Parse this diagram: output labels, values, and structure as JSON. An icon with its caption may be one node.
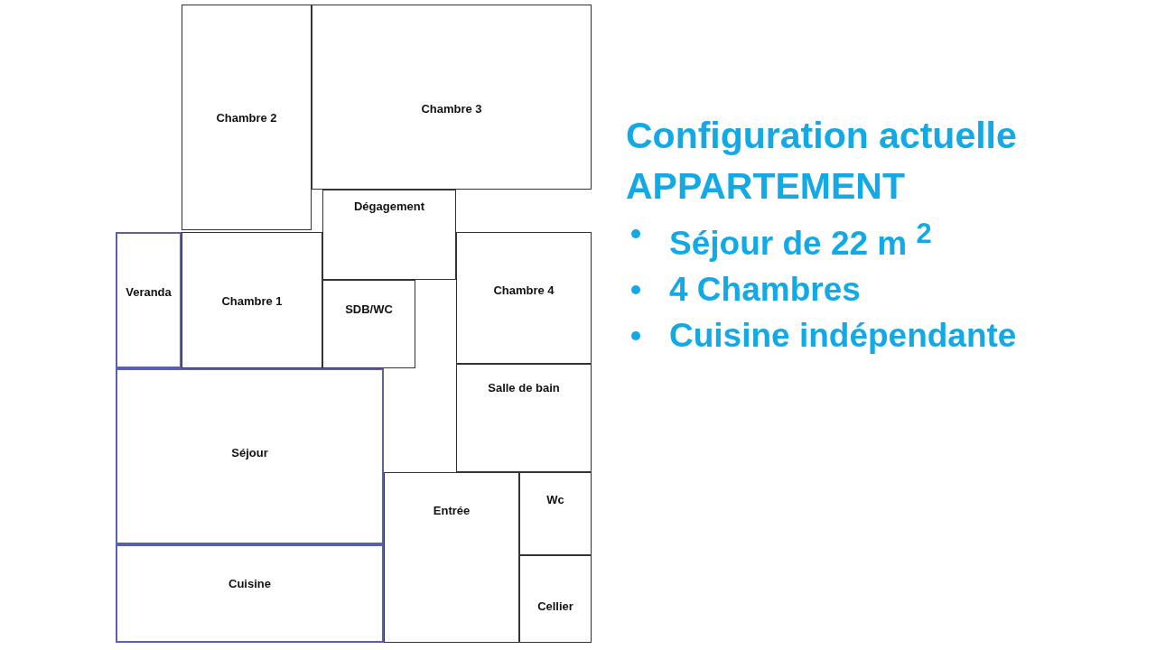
{
  "diagram": {
    "title": "Configuration actuelle APPARTEMENT",
    "nodes": [
      {
        "text": [
          "Chambre 2"
        ]
      },
      {
        "text": [
          "Chambre 3"
        ]
      },
      {
        "text": [
          "Dégagement"
        ]
      },
      {
        "text": [
          "Veranda"
        ]
      },
      {
        "text": [
          "Chambre 1"
        ]
      },
      {
        "text": [
          "Chambre 4"
        ]
      },
      {
        "text": [
          "SDB/WC"
        ]
      },
      {
        "text": [
          "Salle de bain"
        ]
      },
      {
        "text": [
          "Séjour"
        ]
      },
      {
        "text": [
          "Entrée"
        ]
      },
      {
        "text": [
          "Wc"
        ]
      },
      {
        "text": [
          "Cuisine"
        ]
      },
      {
        "text": [
          "Cellier"
        ]
      }
    ],
    "edges": [],
    "labels": [
      "Séjour de 22 m $^{2}$",
      "4 Chambres",
      "Cuisine indépendante"
    ]
  }
}
